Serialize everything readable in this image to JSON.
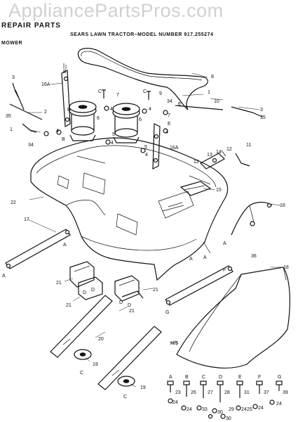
{
  "watermark": "AppliancePartsPros.com",
  "header": {
    "title": "REPAIR PARTS",
    "subtitle": "SEARS LAWN TRACTOR–MODEL NUMBER 917.255274",
    "section": "MOWER"
  },
  "drawing_code": "H/5",
  "callouts": {
    "c1": "1",
    "c2": "2",
    "c3": "3",
    "c4": "4",
    "c5": "5",
    "c6": "6",
    "c7": "7",
    "c8": "8",
    "c9": "9",
    "c10": "10",
    "c11": "11",
    "c12": "12",
    "c13": "13",
    "c14": "14",
    "c15": "15",
    "c16": "16",
    "c16a": "16A",
    "c17": "17",
    "c18": "18",
    "c19": "19",
    "c20": "20",
    "c21": "21",
    "c22": "22",
    "c23": "23",
    "c24": "24",
    "c25": "25",
    "c26": "26",
    "c27": "27",
    "c28": "28",
    "c29": "29",
    "c30": "30",
    "c31": "31",
    "c33": "33",
    "c34": "34",
    "c35": "35",
    "c36": "36",
    "c37": "37",
    "c39": "39"
  },
  "letters": {
    "A": "A",
    "B": "B",
    "C": "C",
    "D": "D",
    "E": "E",
    "F": "F",
    "G": "G"
  }
}
